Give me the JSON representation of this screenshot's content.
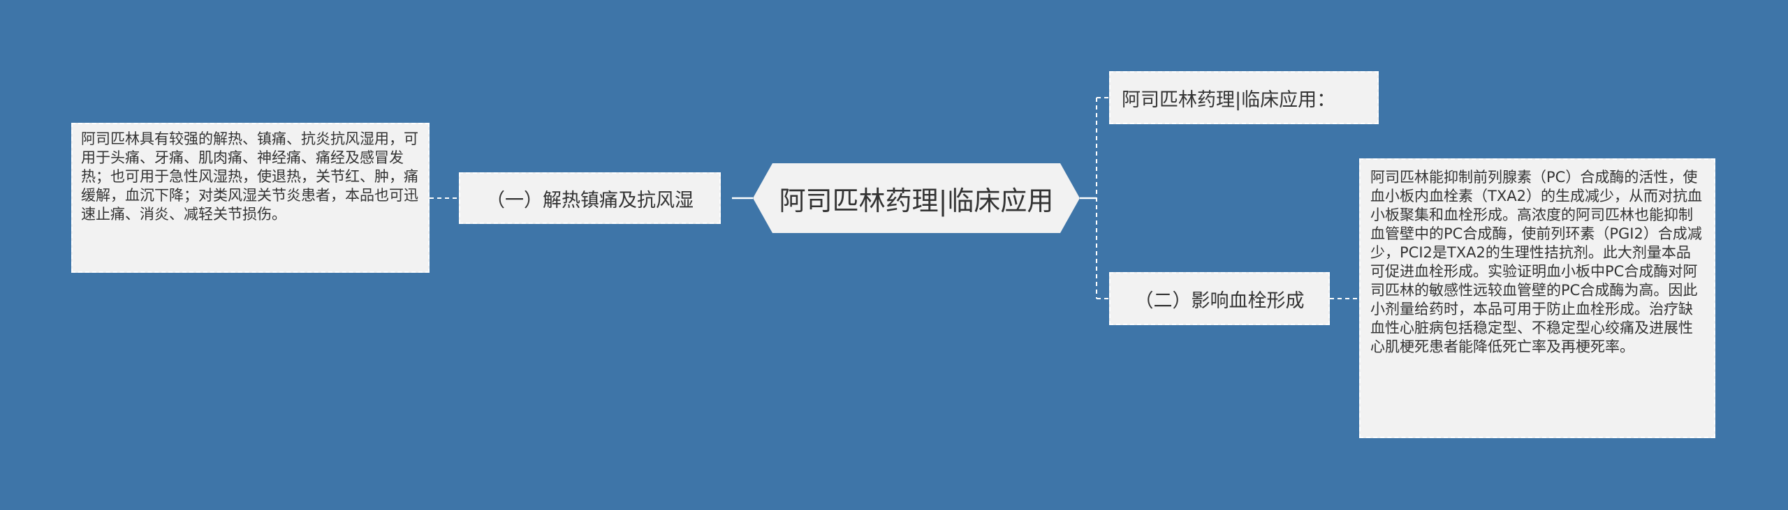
{
  "colors": {
    "background": "#3e75a8",
    "node_fill": "#f2f2f2",
    "connector": "#ffffff"
  },
  "center": {
    "title": "阿司匹林药理|临床应用"
  },
  "left_branch": {
    "label": "（一）解热镇痛及抗风湿",
    "detail": "阿司匹林具有较强的解热、镇痛、抗炎抗风湿用，可用于头痛、牙痛、肌肉痛、神经痛、痛经及感冒发热；也可用于急性风湿热，使退热，关节红、肿，痛缓解，血沉下降；对类风湿关节炎患者，本品也可迅速止痛、消炎、减轻关节损伤。"
  },
  "right_top": {
    "label": "阿司匹林药理|临床应用："
  },
  "right_bottom": {
    "label": "（二）影响血栓形成",
    "detail": "阿司匹林能抑制前列腺素（PC）合成酶的活性，使血小板内血栓素（TXA2）的生成减少，从而对抗血小板聚集和血栓形成。高浓度的阿司匹林也能抑制血管壁中的PC合成酶，使前列环素（PGI2）合成减少，PCI2是TXA2的生理性拮抗剂。此大剂量本品可促进血栓形成。实验证明血小板中PC合成酶对阿司匹林的敏感性远较血管壁的PC合成酶为高。因此小剂量给药时，本品可用于防止血栓形成。治疗缺血性心脏病包括稳定型、不稳定型心绞痛及进展性心肌梗死患者能降低死亡率及再梗死率。"
  }
}
